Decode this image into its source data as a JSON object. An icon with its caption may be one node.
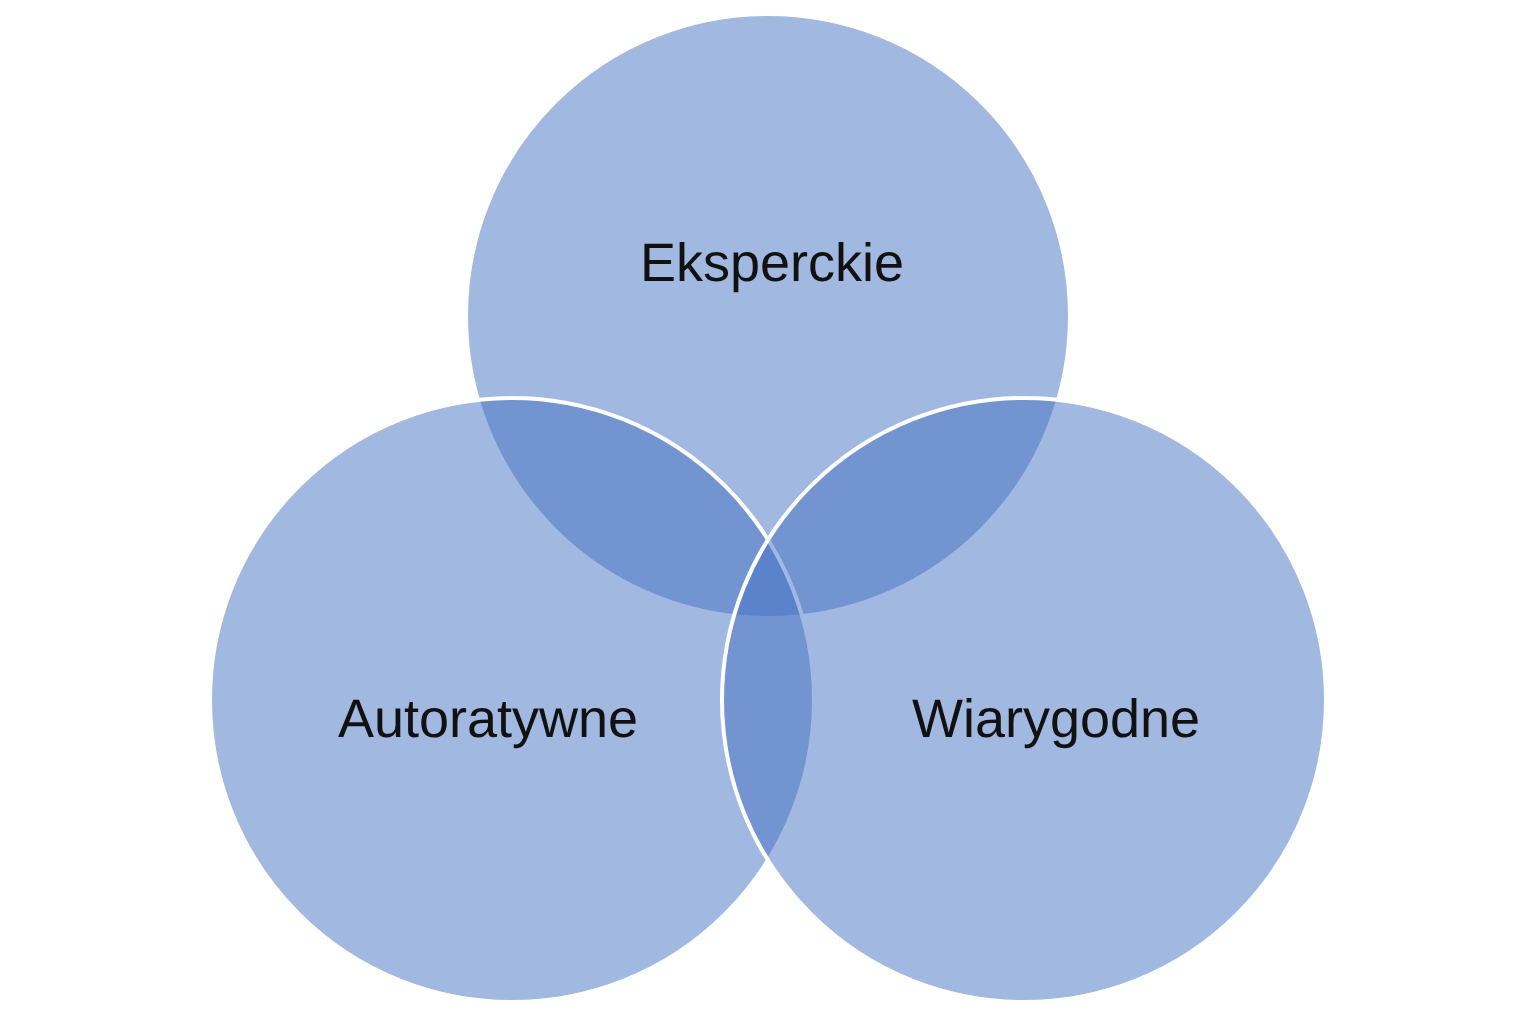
{
  "diagram": {
    "nodes": [
      {
        "text": [
          "Eksperckie"
        ]
      },
      {
        "text": [
          "Autoratywne"
        ]
      },
      {
        "text": [
          "Wiarygodne"
        ]
      }
    ]
  }
}
